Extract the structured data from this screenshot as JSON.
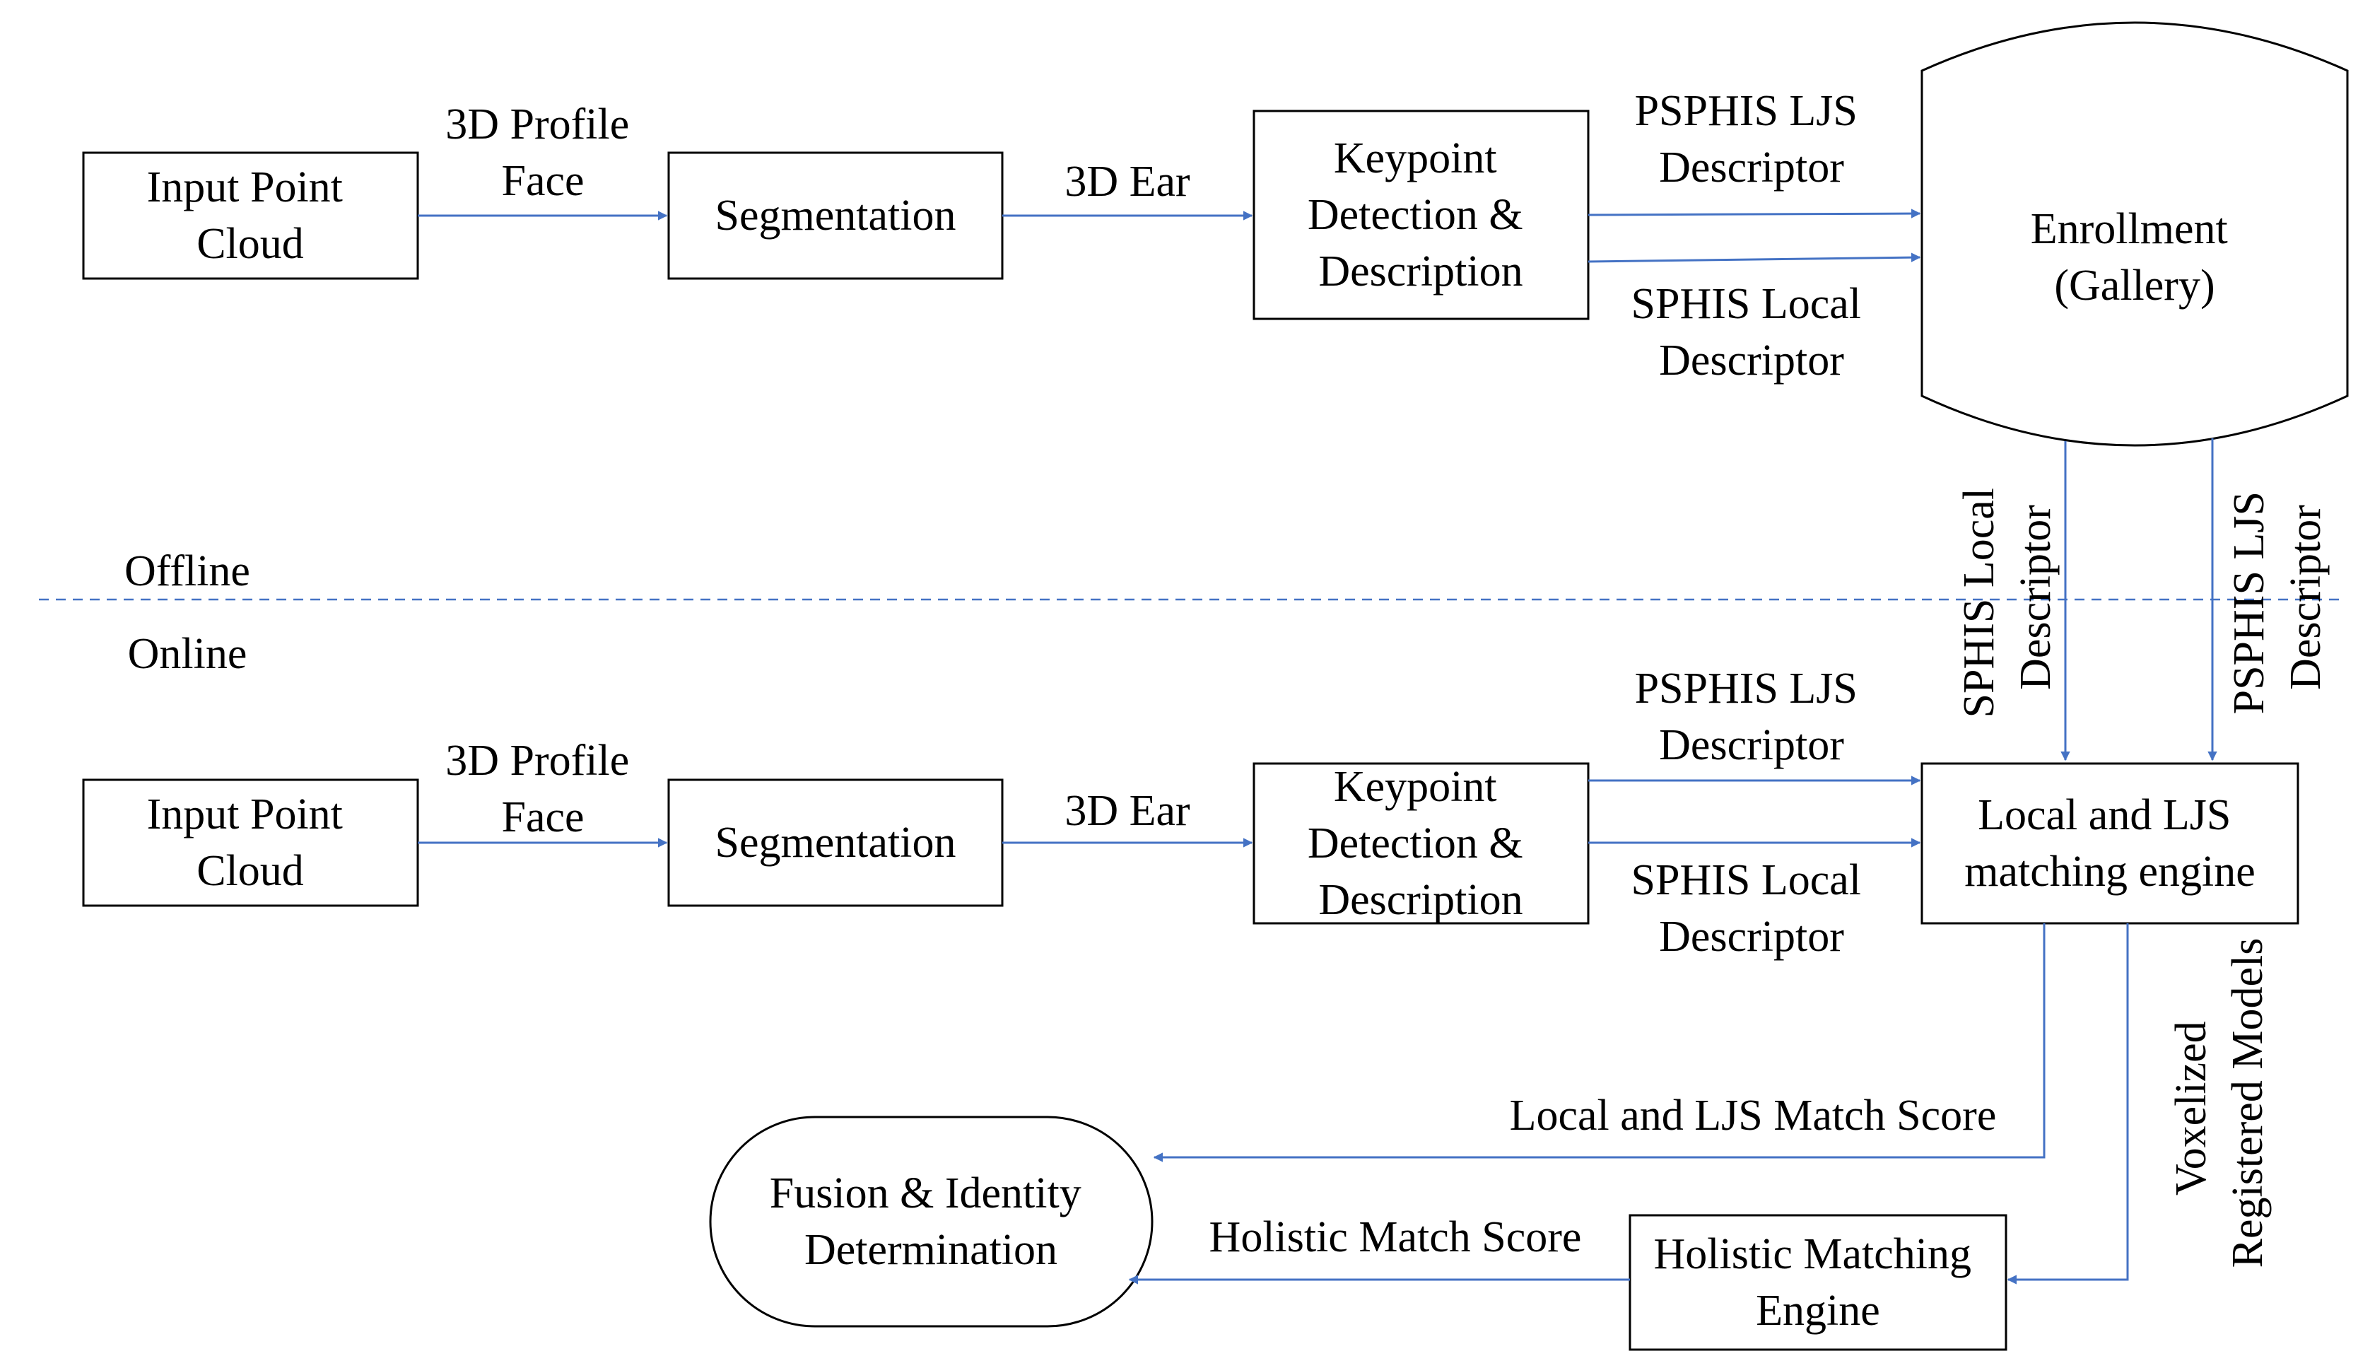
{
  "labels": {
    "offline": "Offline",
    "online": "Online"
  },
  "nodes": {
    "off_input": [
      "Input Point",
      "Cloud"
    ],
    "off_segmentation": [
      "Segmentation"
    ],
    "off_keypoint": [
      "Keypoint",
      "Detection &",
      "Description"
    ],
    "enrollment": [
      "Enrollment",
      "(Gallery)"
    ],
    "on_input": [
      "Input Point",
      "Cloud"
    ],
    "on_segmentation": [
      "Segmentation"
    ],
    "on_keypoint": [
      "Keypoint",
      "Detection &",
      "Description"
    ],
    "matching_engine": [
      "Local and LJS",
      "matching engine"
    ],
    "holistic_engine": [
      "Holistic Matching",
      "Engine"
    ],
    "fusion": [
      "Fusion & Identity",
      "Determination"
    ]
  },
  "edges": {
    "off_profile_face": [
      "3D Profile",
      "Face"
    ],
    "off_ear": [
      "3D Ear"
    ],
    "off_psphis": [
      "PSPHIS LJS",
      "Descriptor"
    ],
    "off_sphis": [
      "SPHIS Local",
      "Descriptor"
    ],
    "gallery_sphis": [
      "SPHIS Local",
      "Descriptor"
    ],
    "gallery_psphis": [
      "PSPHIS LJS",
      "Descriptor"
    ],
    "on_profile_face": [
      "3D Profile",
      "Face"
    ],
    "on_ear": [
      "3D Ear"
    ],
    "on_psphis": [
      "PSPHIS LJS",
      "Descriptor"
    ],
    "on_sphis": [
      "SPHIS Local",
      "Descriptor"
    ],
    "local_score": [
      "Local and LJS Match Score"
    ],
    "voxelized": [
      "Voxelized",
      "Registered Models"
    ],
    "holistic_score": [
      "Holistic Match Score"
    ]
  }
}
